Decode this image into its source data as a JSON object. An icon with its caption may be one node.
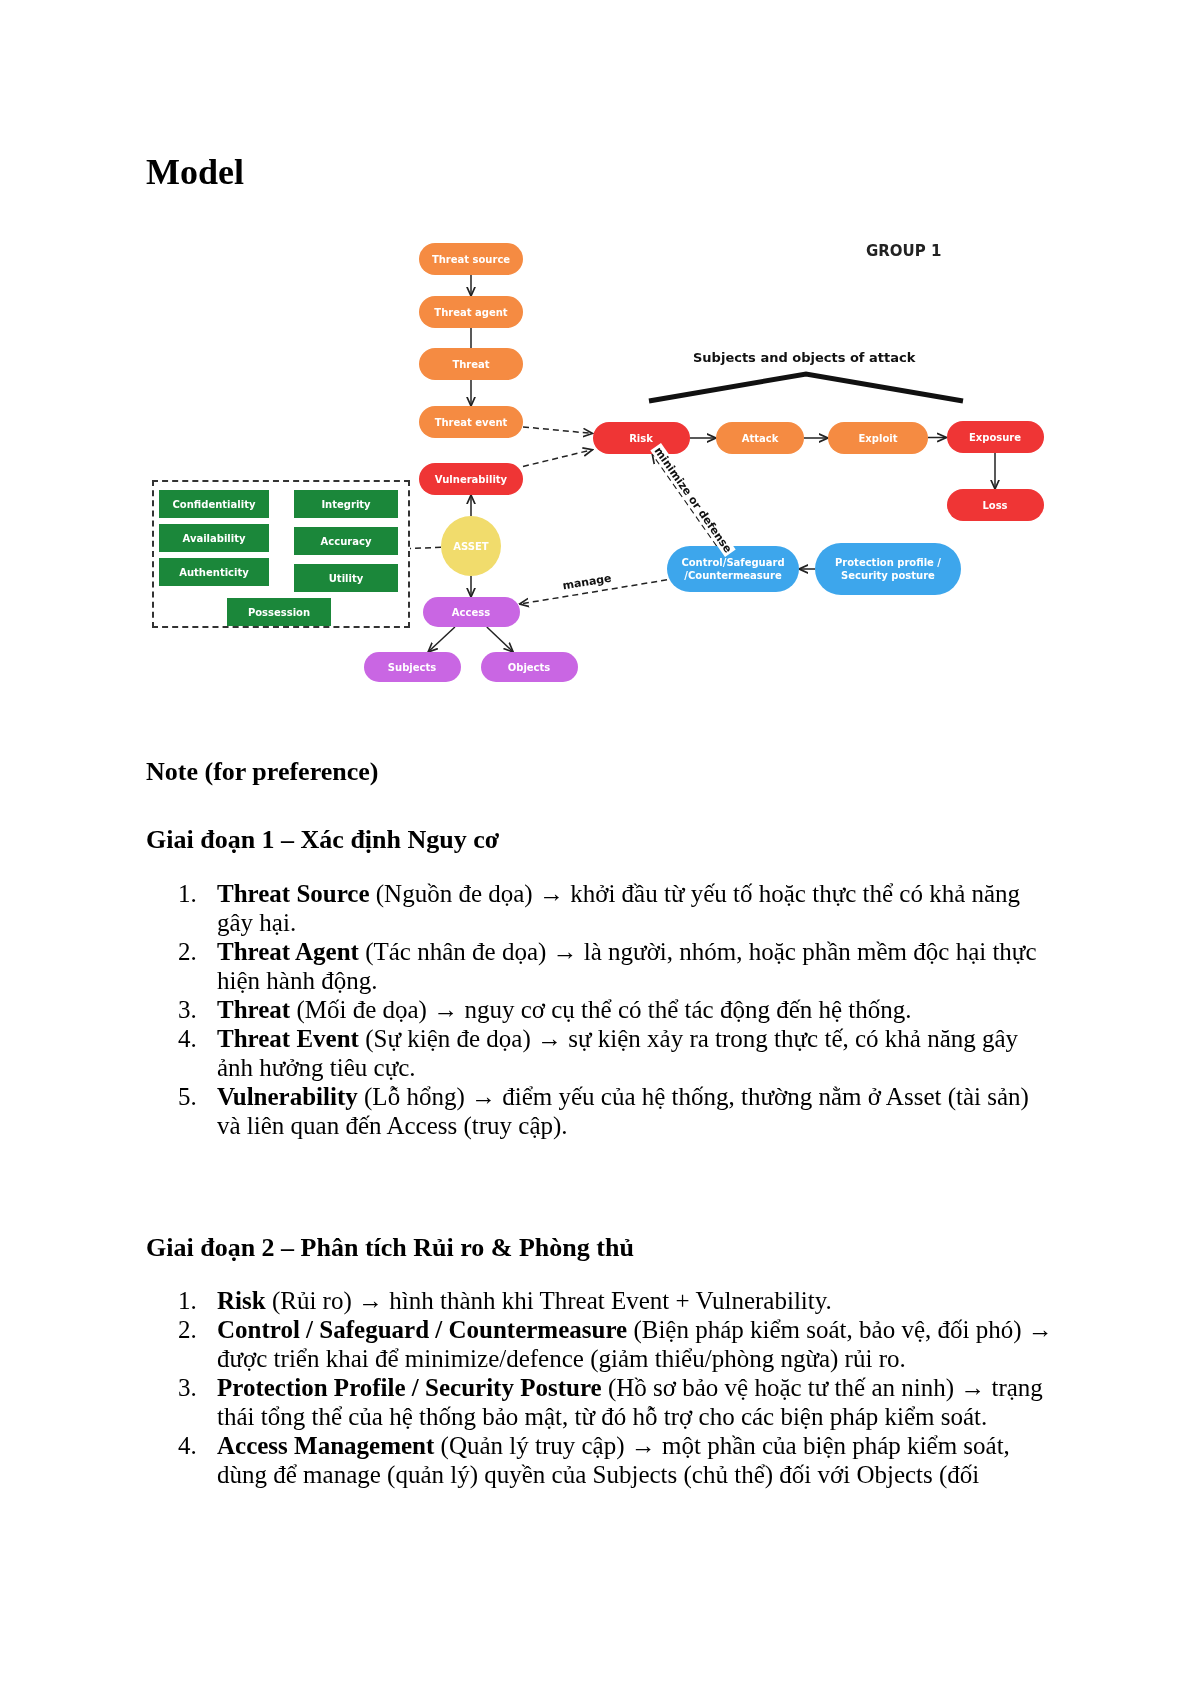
{
  "diagram": {
    "title": "Model",
    "nodes": [
      {
        "text": [
          "Threat source"
        ]
      },
      {
        "text": [
          "Threat agent"
        ]
      },
      {
        "text": [
          "Threat"
        ]
      },
      {
        "text": [
          "Threat event"
        ]
      },
      {
        "text": [
          "Vulnerability"
        ]
      },
      {
        "text": [
          "Risk"
        ]
      },
      {
        "text": [
          "Attack"
        ]
      },
      {
        "text": [
          "Exploit"
        ]
      },
      {
        "text": [
          "Exposure"
        ]
      },
      {
        "text": [
          "Loss"
        ]
      },
      {
        "text": [],
        "shape": "box"
      },
      {
        "text": [
          "Confidentiality"
        ],
        "in": 10
      },
      {
        "text": [
          "Integrity"
        ],
        "in": 10
      },
      {
        "text": [
          "Availability"
        ],
        "in": 10
      },
      {
        "text": [
          "Accuracy"
        ],
        "in": 10
      },
      {
        "text": [
          "Authenticity"
        ],
        "in": 10
      },
      {
        "text": [
          "Utility"
        ],
        "in": 10
      },
      {
        "text": [
          "Possession"
        ],
        "in": 10
      },
      {
        "text": [
          "ASSET"
        ]
      },
      {
        "text": [
          "Access"
        ]
      },
      {
        "text": [
          "Control/Safeguard /Countermeasure"
        ]
      },
      {
        "text": [
          "Protection profile / Security posture"
        ]
      },
      {
        "text": [
          "Subjects"
        ]
      },
      {
        "text": [
          "Objects"
        ]
      }
    ],
    "edges": [
      {
        "from": 0,
        "to": 1,
        "arrow": "to"
      },
      {
        "from": 1,
        "to": 2,
        "arrow": "none"
      },
      {
        "from": 2,
        "to": 3,
        "arrow": "to"
      },
      {
        "from": 3,
        "to": 5,
        "arrow": "to",
        "style": "dashed"
      },
      {
        "from": 4,
        "to": 5,
        "arrow": "to",
        "style": "dashed"
      },
      {
        "from": 18,
        "to": 4,
        "arrow": "to"
      },
      {
        "from": 18,
        "to": 19,
        "arrow": "to"
      },
      {
        "from": 19,
        "to": 22,
        "arrow": "to"
      },
      {
        "from": 19,
        "to": 23,
        "arrow": "to"
      },
      {
        "from": 18,
        "to": 10,
        "arrow": "none",
        "style": "dashed"
      },
      {
        "from": 5,
        "to": 6,
        "arrow": "to"
      },
      {
        "from": 6,
        "to": 7,
        "arrow": "to"
      },
      {
        "from": 7,
        "to": 8,
        "arrow": "to"
      },
      {
        "from": 8,
        "to": 9,
        "arrow": "to"
      },
      {
        "from": 21,
        "to": 20,
        "arrow": "to"
      },
      {
        "from": 20,
        "to": 5,
        "arrow": "to",
        "style": "dashed",
        "label": "minimize or defense"
      },
      {
        "from": 20,
        "to": 19,
        "arrow": "to",
        "style": "dashed",
        "label": "manage"
      }
    ],
    "labels": [
      "GROUP 1",
      "Subjects and objects of attack",
      "Note (for preference)",
      "Giai đoạn 1 – Xác định Nguy cơ",
      "1.",
      "**Threat Source** (Nguồn đe dọa) → khởi đầu từ yếu tố hoặc thực thể có khả năng gây hại.",
      "2.",
      "**Threat Agent** (Tác nhân đe dọa) → là người, nhóm, hoặc phần mềm độc hại thực hiện hành động.",
      "3.",
      "**Threat** (Mối đe dọa) → nguy cơ cụ thể có thể tác động đến hệ thống.",
      "4.",
      "**Threat Event** (Sự kiện đe dọa) → sự kiện xảy ra trong thực tế, có khả năng gây ảnh hưởng tiêu cực.",
      "5.",
      "**Vulnerability** (Lỗ hổng) → điểm yếu của hệ thống, thường nằm ở Asset (tài sản) và liên quan đến Access (truy cập).",
      "Giai đoạn 2 – Phân tích Rủi ro & Phòng thủ",
      "1.",
      "**Risk** (Rủi ro) → hình thành khi Threat Event + Vulnerability.",
      "2.",
      "**Control / Safeguard / Countermeasure** (Biện pháp kiểm soát, bảo vệ, đối phó) → được triển khai để minimize/defence (giảm thiểu/phòng ngừa) rủi ro.",
      "3.",
      "**Protection Profile / Security Posture** (Hồ sơ bảo vệ hoặc tư thế an ninh) → trạng thái tổng thể của hệ thống bảo mật, từ đó hỗ trợ cho các biện pháp kiểm soát.",
      "4.",
      "**Access Management** (Quản lý truy cập) → một phần của biện pháp kiểm soát, dùng để manage (quản lý) quyền của Subjects (chủ thể) đối với Objects (đối"
    ]
  }
}
